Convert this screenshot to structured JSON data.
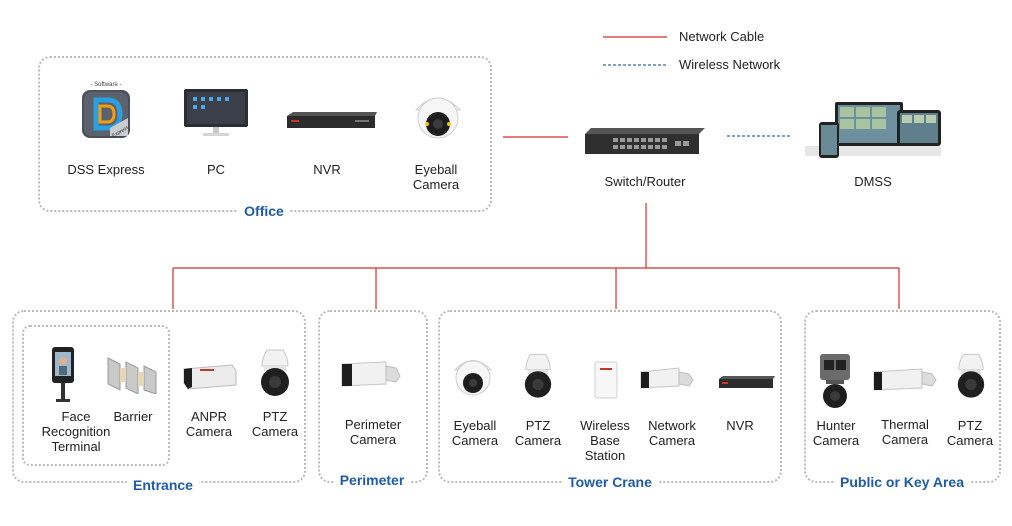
{
  "legend": {
    "cable_label": "Network Cable",
    "wireless_label": "Wireless Network",
    "cable_color": "#d32f2f",
    "wireless_color": "#2e6da4"
  },
  "office": {
    "title": "Office",
    "devices": [
      "DSS Express",
      "PC",
      "NVR",
      "Eyeball\nCamera"
    ],
    "software_tag": "- Software -",
    "software_brand": "Express"
  },
  "core": {
    "switch_label": "Switch/Router",
    "dmss_label": "DMSS"
  },
  "entrance": {
    "title": "Entrance",
    "devices": [
      "Face\nRecognition\nTerminal",
      "Barrier",
      "ANPR\nCamera",
      "PTZ\nCamera"
    ]
  },
  "perimeter": {
    "title": "Perimeter",
    "devices": [
      "Perimeter\nCamera"
    ]
  },
  "tower_crane": {
    "title": "Tower Crane",
    "devices": [
      "Eyeball\nCamera",
      "PTZ\nCamera",
      "Wireless\nBase\nStation",
      "Network\nCamera",
      "NVR"
    ]
  },
  "public_area": {
    "title": "Public or Key Area",
    "devices": [
      "Hunter\nCamera",
      "Thermal\nCamera",
      "PTZ\nCamera"
    ]
  },
  "title_color": "#1f5ba8"
}
